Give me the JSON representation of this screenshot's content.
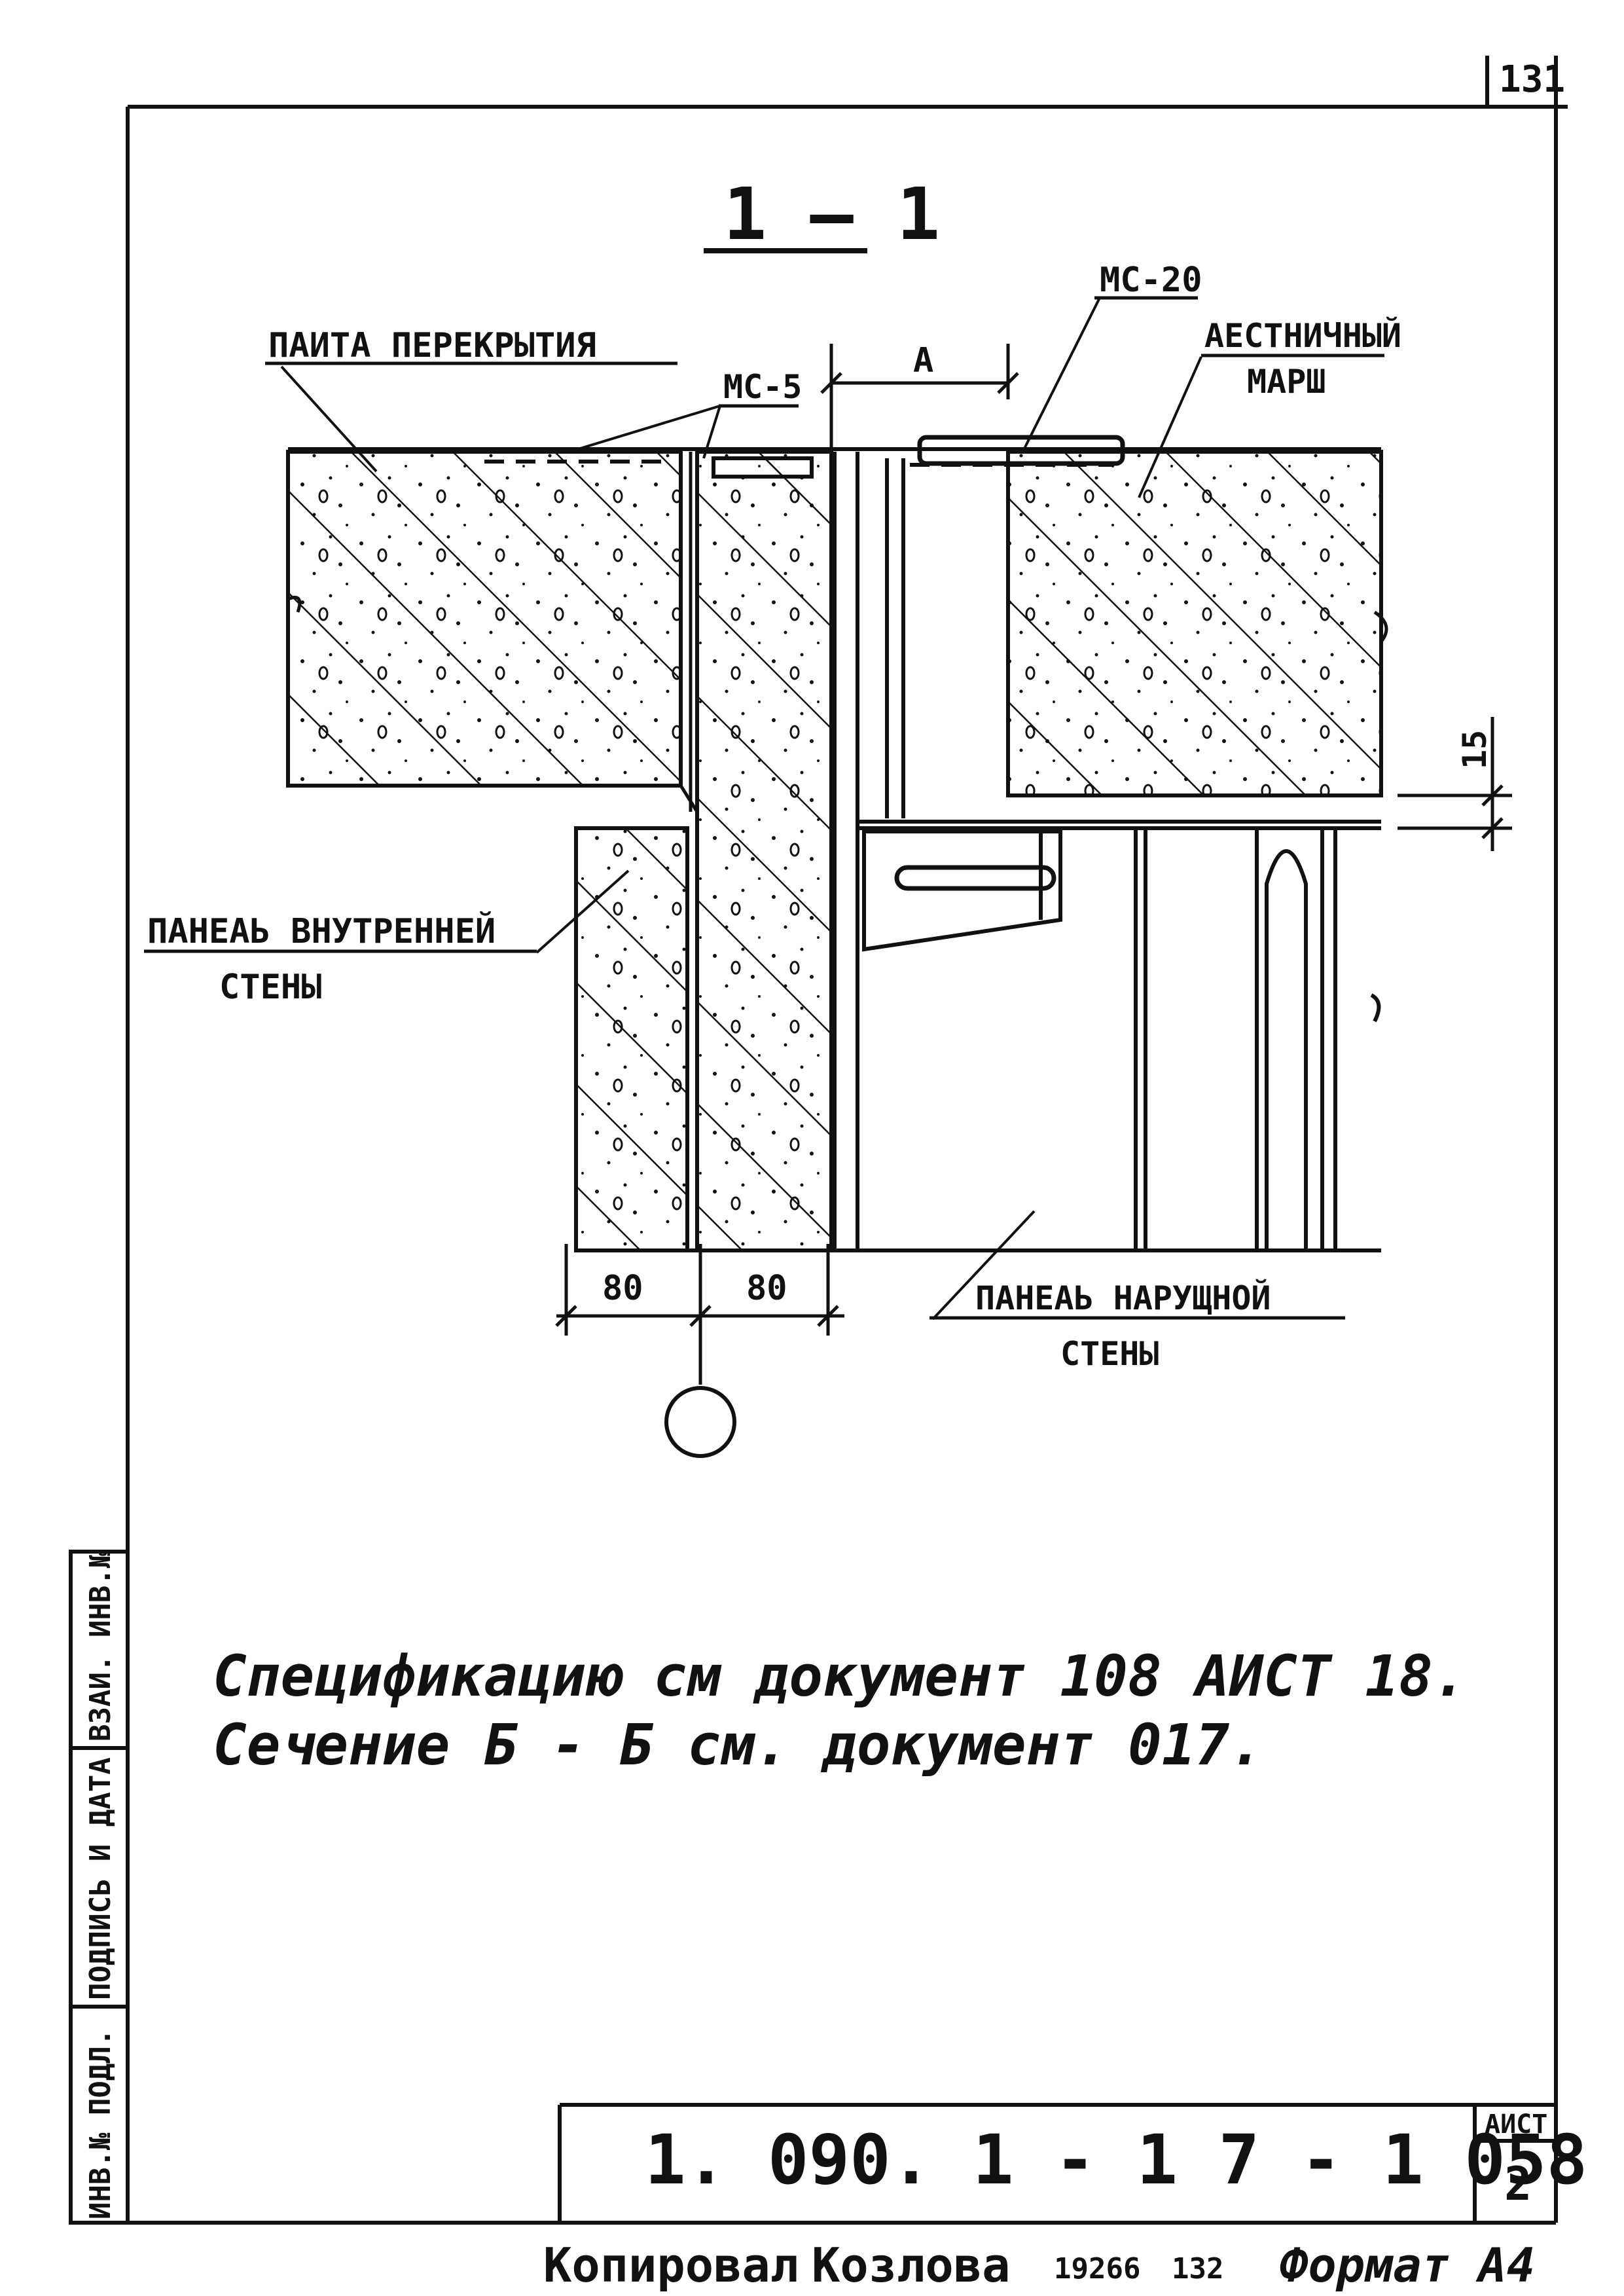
{
  "page_number": "131",
  "section_title": "1 — 1",
  "labels": {
    "slab": "ПАИТА ПЕРЕКРЫТИЯ",
    "stair_line1": "АЕСТНИЧНЫЙ",
    "stair_line2": "МАРШ",
    "mc5": "МС-5",
    "mc20": "МС-20",
    "dim_a": "А",
    "dim_15": "15",
    "inner_wall_line1": "ПАНЕАЬ ВНУТРЕННЕЙ",
    "inner_wall_line2": "СТЕНЫ",
    "outer_wall_line1": "ПАНЕАЬ НАРУЩНОЙ",
    "outer_wall_line2": "СТЕНЫ",
    "dim_80_left": "80",
    "dim_80_right": "80"
  },
  "notes": {
    "line1": "Спецификацию   см   документ   108   АИСТ 18.",
    "line2": "Сечение   Б - Б   см.  документ   017."
  },
  "side_stamp": {
    "field1": "ИНВ.№ ПОДЛ.",
    "field2": "ПОДПИСЬ И ДАТА",
    "field3": "ВЗАИ. ИНВ.№"
  },
  "title_block": {
    "code": "1. 090. 1 - 1 7 - 1   058",
    "sheet_label": "АИСТ",
    "sheet_number": "2"
  },
  "footer": {
    "copied": "Копировал",
    "copier": "Козлова",
    "order": "19266",
    "number": "132",
    "format": "Формат А4"
  }
}
